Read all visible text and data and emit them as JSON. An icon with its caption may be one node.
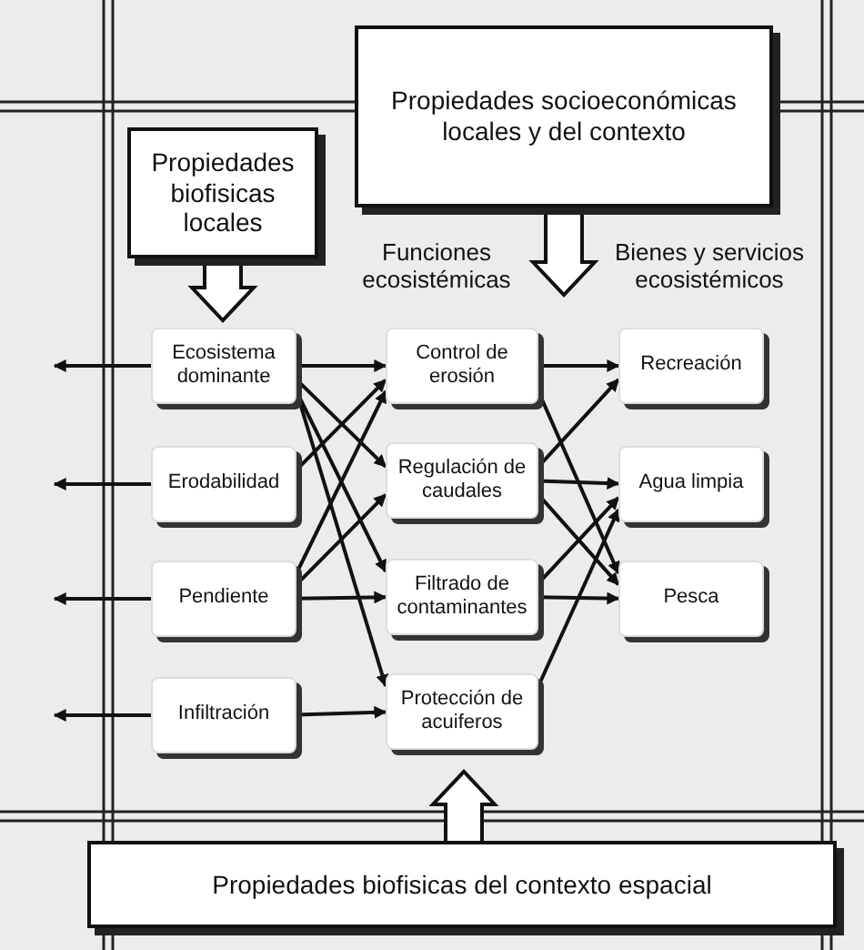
{
  "diagram": {
    "nodes": [
      {
        "text": [
          "Propiedades socioeconómicas locales y del contexto"
        ]
      },
      {
        "text": [
          "Propiedades biofisicas locales"
        ]
      },
      {
        "text": [
          "Ecosistema dominante"
        ]
      },
      {
        "text": [
          "Erodabilidad"
        ]
      },
      {
        "text": [
          "Pendiente"
        ]
      },
      {
        "text": [
          "Infiltración"
        ]
      },
      {
        "text": [
          "Control de erosión"
        ]
      },
      {
        "text": [
          "Regulación de caudales"
        ]
      },
      {
        "text": [
          "Filtrado de contaminantes"
        ]
      },
      {
        "text": [
          "Protección de acuiferos"
        ]
      },
      {
        "text": [
          "Recreación"
        ]
      },
      {
        "text": [
          "Agua limpia"
        ]
      },
      {
        "text": [
          "Pesca"
        ]
      },
      {
        "text": [
          "Propiedades biofisicas del contexto espacial"
        ]
      }
    ],
    "edges": [
      {
        "from": 0,
        "to": null,
        "arrow": "to",
        "style": "thick"
      },
      {
        "from": 1,
        "to": null,
        "arrow": "to",
        "style": "thick"
      },
      {
        "from": 13,
        "to": null,
        "arrow": "to",
        "style": "thick"
      },
      {
        "from": 2,
        "to": null,
        "arrow": "to"
      },
      {
        "from": 3,
        "to": null,
        "arrow": "to"
      },
      {
        "from": 4,
        "to": null,
        "arrow": "to"
      },
      {
        "from": 5,
        "to": null,
        "arrow": "to"
      },
      {
        "from": 2,
        "to": 6,
        "arrow": "to"
      },
      {
        "from": 2,
        "to": 7,
        "arrow": "to"
      },
      {
        "from": 2,
        "to": 8,
        "arrow": "to"
      },
      {
        "from": 2,
        "to": 9,
        "arrow": "to"
      },
      {
        "from": 3,
        "to": 6,
        "arrow": "to"
      },
      {
        "from": 4,
        "to": 6,
        "arrow": "to"
      },
      {
        "from": 4,
        "to": 7,
        "arrow": "to"
      },
      {
        "from": 4,
        "to": 8,
        "arrow": "to"
      },
      {
        "from": 5,
        "to": 9,
        "arrow": "to"
      },
      {
        "from": 6,
        "to": 10,
        "arrow": "to"
      },
      {
        "from": 6,
        "to": 12,
        "arrow": "to"
      },
      {
        "from": 7,
        "to": 10,
        "arrow": "to"
      },
      {
        "from": 7,
        "to": 11,
        "arrow": "to"
      },
      {
        "from": 7,
        "to": 12,
        "arrow": "to"
      },
      {
        "from": 8,
        "to": 11,
        "arrow": "to"
      },
      {
        "from": 8,
        "to": 12,
        "arrow": "to"
      },
      {
        "from": 9,
        "to": 11,
        "arrow": "to"
      }
    ],
    "labels": [
      "Funciones ecosistémicas",
      "Bienes y servicios ecosistémicos"
    ]
  }
}
